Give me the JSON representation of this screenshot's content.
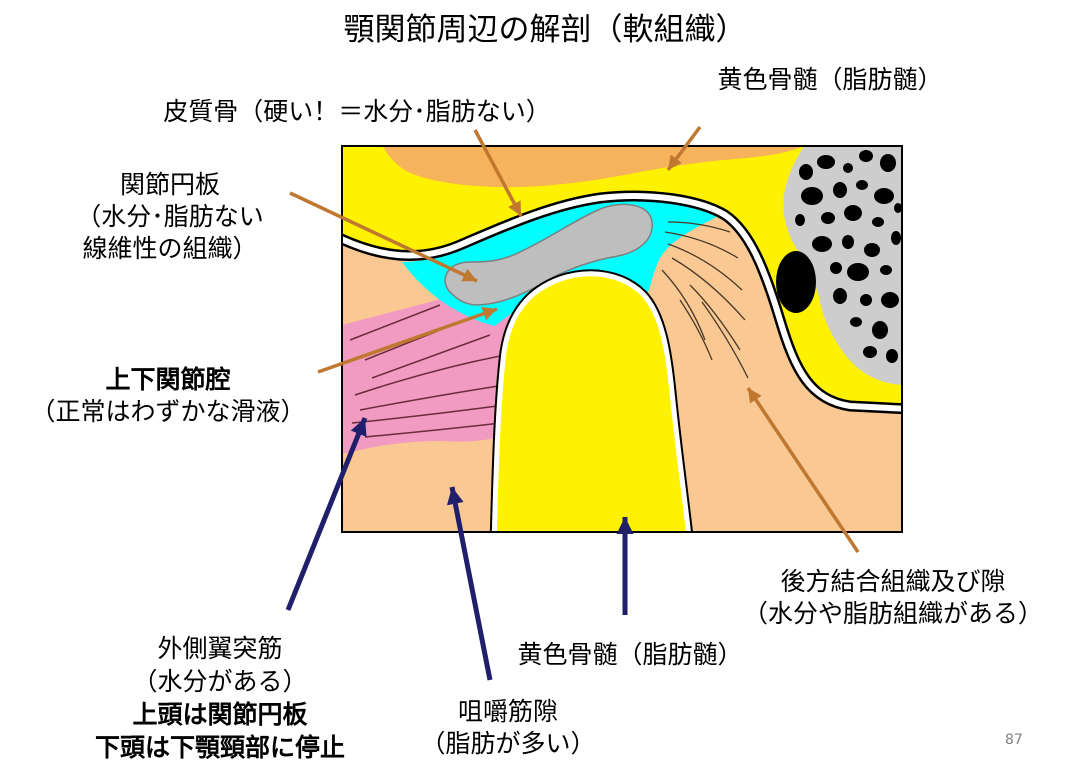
{
  "slide": {
    "title": "顎関節周辺の解剖（軟組織）",
    "page_number": "87"
  },
  "labels": {
    "fatty_marrow_top": "黄色骨髄（脂肪髄）",
    "cortical_bone": "皮質骨（硬い！＝水分･脂肪ない）",
    "articular_disc": [
      "関節円板",
      "（水分･脂肪ない",
      "線維性の組織）"
    ],
    "joint_cavities": [
      "上下関節腔",
      "（正常はわずかな滑液）"
    ],
    "retrodiscal_tissue": [
      "後方結合組織及び隙",
      "（水分や脂肪組織がある）"
    ],
    "fatty_marrow_condyle": "黄色骨髄（脂肪髄）",
    "lateral_pterygoid": [
      "外側翼突筋",
      "（水分がある）",
      "上頭は関節円板",
      "下頭は下顎頸部に停止"
    ],
    "masticator_space": [
      "咀嚼筋隙",
      "（脂肪が多い）"
    ]
  },
  "colors": {
    "bone_marrow_yellow": "#FFF200",
    "fatty_orange": "#F6B35C",
    "soft_tissue_peach": "#F9C893",
    "joint_space_cyan": "#00FFFF",
    "disc_gray": "#BEBEBE",
    "muscle_pink": "#F29BC2",
    "mastoid_gray": "#CDCDCD",
    "arrow_orange": "#C0772F",
    "arrow_navy": "#1F1F6B"
  }
}
